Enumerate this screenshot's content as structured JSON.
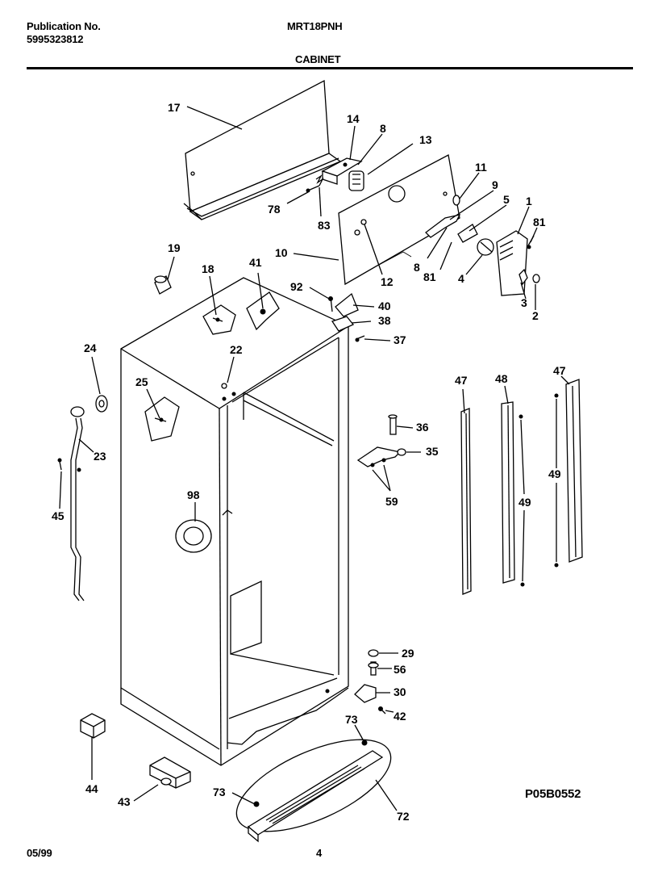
{
  "header": {
    "publication_label": "Publication No.",
    "publication_number": "5995323812",
    "model": "MRT18PNH",
    "section": "CABINET"
  },
  "footer": {
    "date": "05/99",
    "page": "4",
    "figure_code": "P05B0552"
  },
  "callouts": {
    "c17": "17",
    "c14": "14",
    "c8a": "8",
    "c13": "13",
    "c11": "11",
    "c9": "9",
    "c5": "5",
    "c1": "1",
    "c81a": "81",
    "c78": "78",
    "c83": "83",
    "c10": "10",
    "c12": "12",
    "c8b": "8",
    "c81b": "81",
    "c4": "4",
    "c3": "3",
    "c2": "2",
    "c19": "19",
    "c18": "18",
    "c41": "41",
    "c92": "92",
    "c40": "40",
    "c38": "38",
    "c37": "37",
    "c24": "24",
    "c22": "22",
    "c25": "25",
    "c23": "23",
    "c45": "45",
    "c98": "98",
    "c36": "36",
    "c35": "35",
    "c59": "59",
    "c47a": "47",
    "c48": "48",
    "c47b": "47",
    "c49a": "49",
    "c49b": "49",
    "c29": "29",
    "c56": "56",
    "c30": "30",
    "c42": "42",
    "c44": "44",
    "c43": "43",
    "c73a": "73",
    "c73b": "73",
    "c72": "72"
  }
}
